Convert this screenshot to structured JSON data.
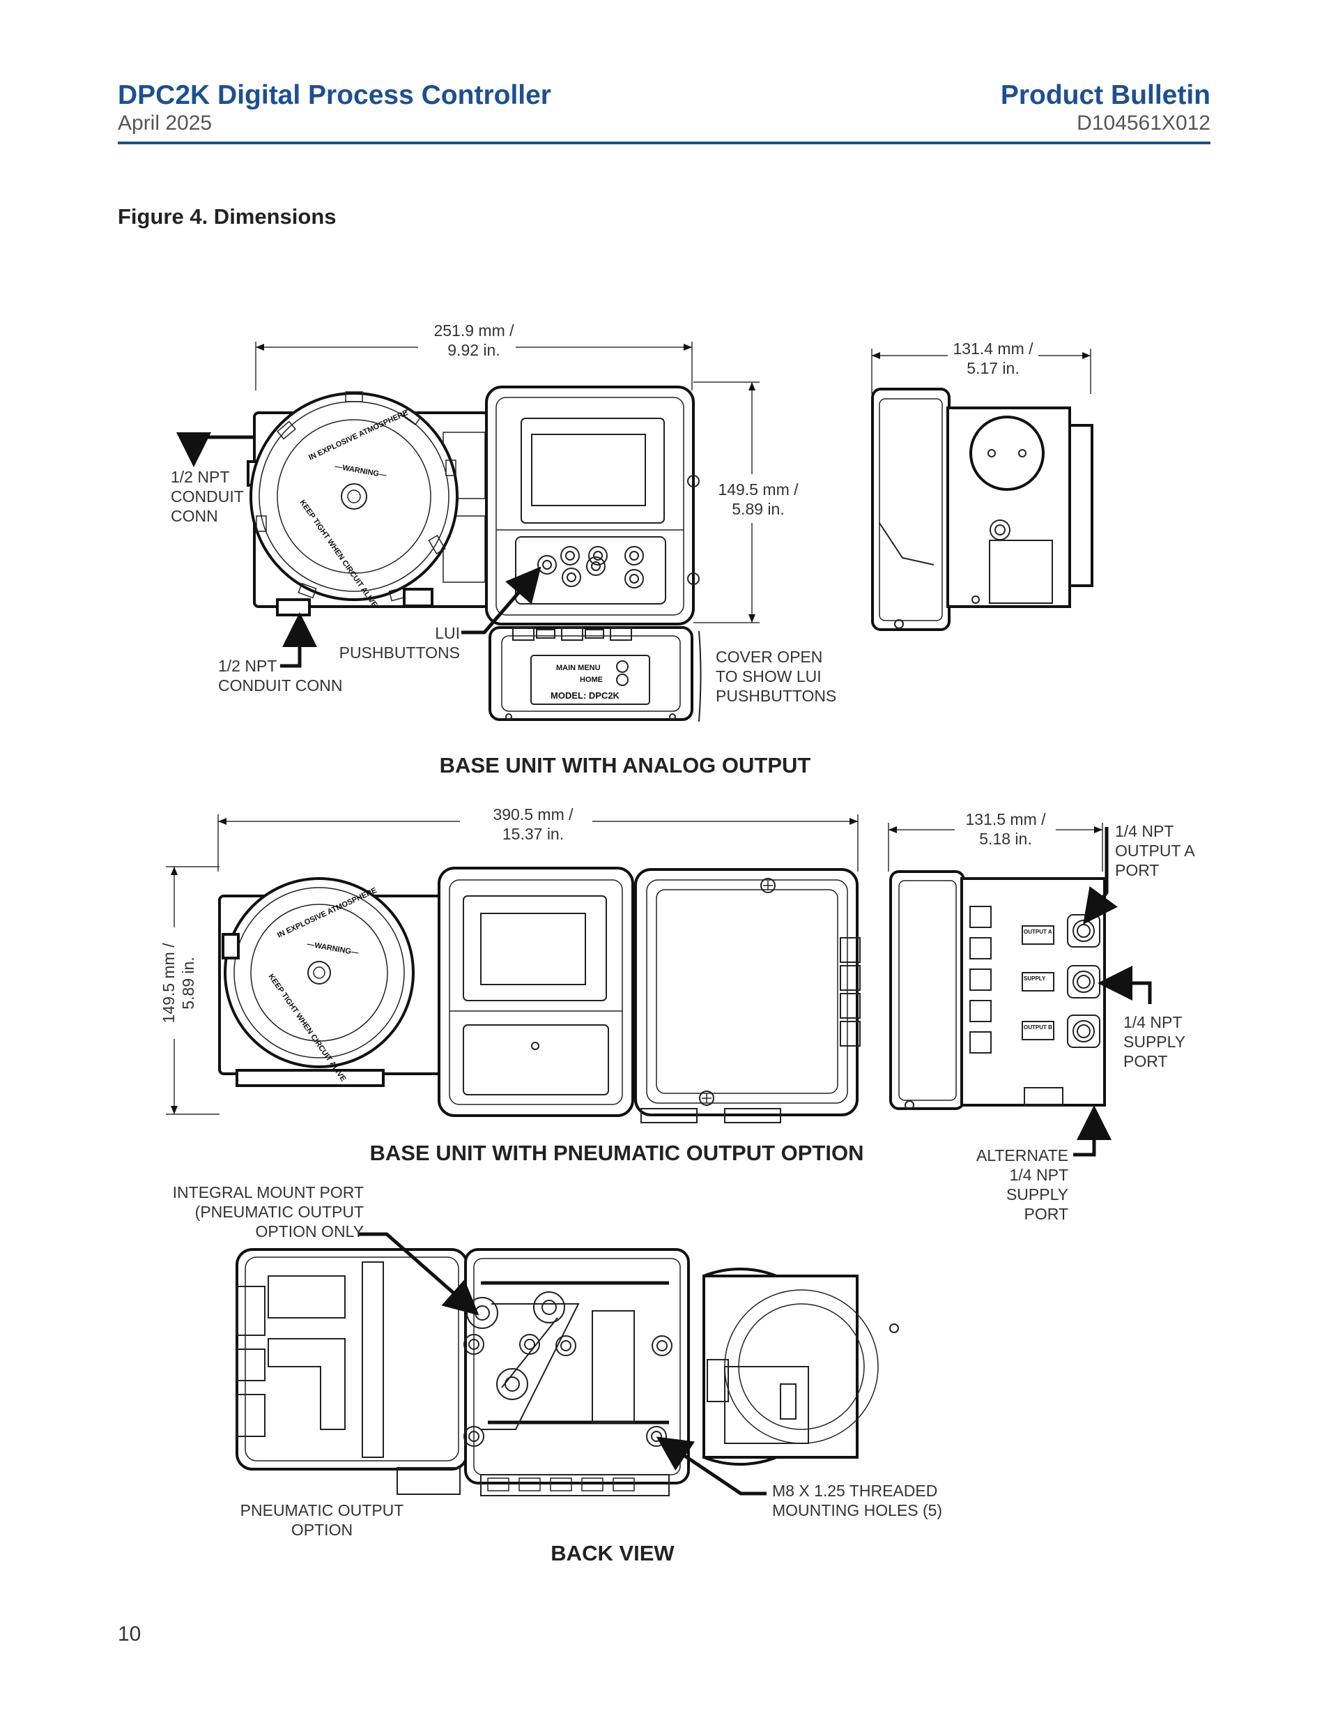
{
  "header": {
    "title": "DPC2K Digital Process Controller",
    "date": "April 2025",
    "doc_type": "Product Bulletin",
    "doc_number": "D104561X012"
  },
  "figure": {
    "title": "Figure 4. Dimensions",
    "analog": {
      "caption": "BASE UNIT WITH ANALOG OUTPUT",
      "width_dim": [
        "251.9 mm /",
        "9.92 in."
      ],
      "height_dim": [
        "149.5 mm /",
        "5.89 in."
      ],
      "depth_dim": [
        "131.4 mm /",
        "5.17 in."
      ],
      "conduit_top": [
        "1/2 NPT",
        "CONDUIT",
        "CONN"
      ],
      "conduit_bottom": [
        "1/2 NPT",
        "CONDUIT CONN"
      ],
      "lui": [
        "LUI",
        "PUSHBUTTONS"
      ],
      "cover": [
        "COVER OPEN",
        "TO SHOW LUI",
        "PUSHBUTTONS"
      ],
      "dome_text": [
        "IN EXPLOSIVE ATMOSPHERE",
        "—WARNING—",
        "KEEP TIGHT WHEN CIRCUIT ALIVE"
      ],
      "cover_text": [
        "MAIN MENU",
        "HOME",
        "MODEL: DPC2K"
      ]
    },
    "pneumatic": {
      "caption": "BASE UNIT WITH PNEUMATIC OUTPUT OPTION",
      "width_dim": [
        "390.5 mm /",
        "15.37 in."
      ],
      "height_dim": [
        "149.5 mm /",
        "5.89 in."
      ],
      "depth_dim": [
        "131.5 mm /",
        "5.18 in."
      ],
      "output_a": [
        "1/4 NPT",
        "OUTPUT A",
        "PORT"
      ],
      "supply": [
        "1/4 NPT",
        "SUPPLY",
        "PORT"
      ],
      "alternate": [
        "ALTERNATE",
        "1/4 NPT",
        "SUPPLY",
        "PORT"
      ],
      "port_tags": [
        "OUTPUT A",
        "SUPPLY",
        "OUTPUT B"
      ]
    },
    "back": {
      "caption": "BACK VIEW",
      "integral": [
        "INTEGRAL MOUNT PORT",
        "(PNEUMATIC OUTPUT",
        "OPTION ONLY"
      ],
      "pneumatic": [
        "PNEUMATIC OUTPUT",
        "OPTION"
      ],
      "mounting": [
        "M8 X 1.25 THREADED",
        "MOUNTING HOLES (5)"
      ]
    }
  },
  "page_number": "10"
}
